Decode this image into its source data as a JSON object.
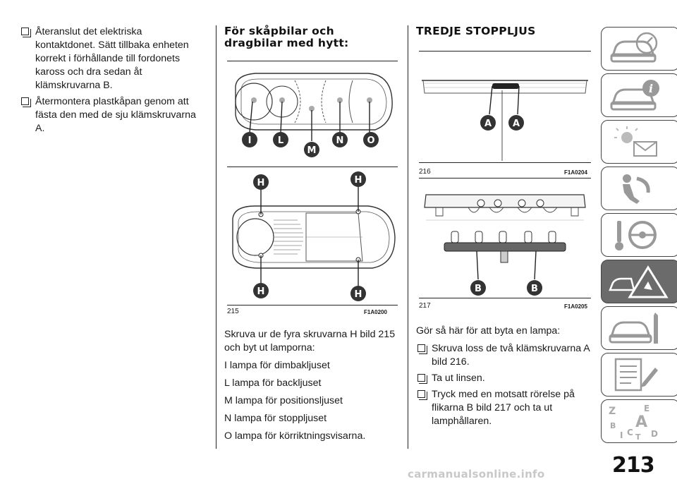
{
  "col1": {
    "bullets": [
      "Återanslut det elektriska kontaktdonet. Sätt tillbaka enheten korrekt i förhållande till fordonets kaross och dra sedan åt klämskruvarna B.",
      "Återmontera plastkåpan genom att fästa den med de sju klämskruvarna A."
    ]
  },
  "col2": {
    "heading_line1": "För skåpbilar och",
    "heading_line2": "dragbilar med hytt:",
    "fig_top_labels": [
      "I",
      "L",
      "M",
      "N",
      "O"
    ],
    "fig_bottom_labels": [
      "H",
      "H",
      "H",
      "H"
    ],
    "fig_number": "215",
    "fig_code": "F1A0200",
    "paragraphs": [
      "Skruva ur de fyra skruvarna H bild 215 och byt ut lamporna:",
      "I lampa för dimbakljuset",
      "L lampa för backljuset",
      "M lampa för positionsljuset",
      "N lampa för stoppljuset",
      "O lampa för körriktningsvisarna."
    ]
  },
  "col3": {
    "heading": "TREDJE STOPPLJUS",
    "fig1_labels": [
      "A",
      "A"
    ],
    "fig1_number": "216",
    "fig1_code": "F1A0204",
    "fig2_labels": [
      "B",
      "B"
    ],
    "fig2_number": "217",
    "fig2_code": "F1A0205",
    "intro": "Gör så här för att byta en lampa:",
    "bullets": [
      "Skruva loss de två klämskruvarna A bild 216.",
      "Ta ut linsen.",
      "Tryck med en motsatt rörelse på flikarna B bild 217 och ta ut lamphållaren."
    ]
  },
  "sidebar": {
    "icons": [
      "car-dashboard-icon",
      "car-info-icon",
      "warning-lights-icon",
      "airbag-icon",
      "steering-key-icon",
      "emergency-triangle-icon",
      "car-maintenance-icon",
      "specifications-icon",
      "index-alphabet-icon"
    ],
    "active_index": 5
  },
  "page_number": "213",
  "watermark": "carmanualsonline.info"
}
